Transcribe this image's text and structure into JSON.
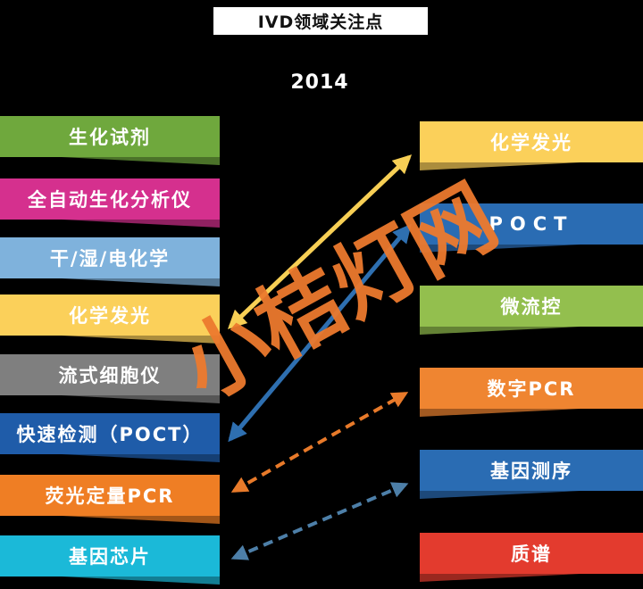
{
  "title": "IVD领域关注点",
  "year": "2014",
  "watermark": "小桔灯网",
  "left_items": [
    {
      "label": "生化试剂",
      "color": "#6fa83d"
    },
    {
      "label": "全自动生化分析仪",
      "color": "#d5308e"
    },
    {
      "label": "干/湿/电化学",
      "color": "#7fb2dc"
    },
    {
      "label": "化学发光",
      "color": "#fbd05a"
    },
    {
      "label": "流式细胞仪",
      "color": "#7f7f7f"
    },
    {
      "label": "快速检测（POCT）",
      "color": "#1f5ca9"
    },
    {
      "label": "荧光定量PCR",
      "color": "#ef7e24"
    },
    {
      "label": "基因芯片",
      "color": "#1bb9d8"
    }
  ],
  "right_items": [
    {
      "label": "化学发光",
      "color": "#fbd05a"
    },
    {
      "label": "POCT",
      "color": "#2a6cb3"
    },
    {
      "label": "微流控",
      "color": "#93bf4e"
    },
    {
      "label": "数字PCR",
      "color": "#ef8531"
    },
    {
      "label": "基因测序",
      "color": "#2a6cb3"
    },
    {
      "label": "质谱",
      "color": "#e33b2e"
    }
  ],
  "arrows": [
    {
      "from": "化学发光",
      "to": "化学发光",
      "style": "solid",
      "color": "#f7cf55"
    },
    {
      "from": "快速检测（POCT）",
      "to": "POCT",
      "style": "solid",
      "color": "#2e6fb0"
    },
    {
      "from": "荧光定量PCR",
      "to": "数字PCR",
      "style": "dashed",
      "color": "#e87a2a"
    },
    {
      "from": "基因芯片",
      "to": "基因测序",
      "style": "dashed",
      "color": "#4d7fa8"
    }
  ]
}
